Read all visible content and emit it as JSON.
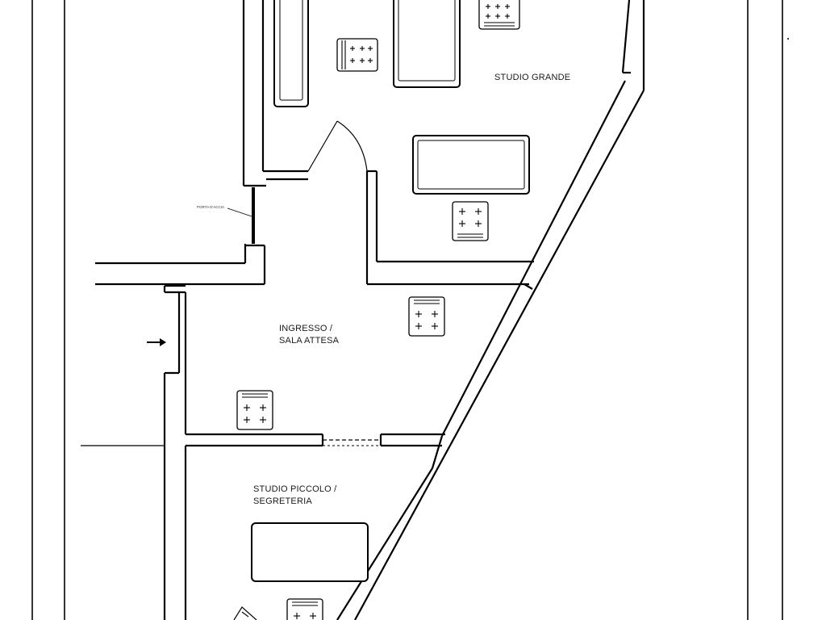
{
  "rooms": {
    "studio_grande": "STUDIO GRANDE",
    "ingresso_line1": "INGRESSO /",
    "ingresso_line2": "SALA ATTESA",
    "studio_piccolo_line1": "STUDIO PICCOLO /",
    "studio_piccolo_line2": "SEGRETERIA"
  },
  "annotations": {
    "door_note": "PORTA D'ACCIA"
  },
  "icons": {
    "entrance": "entrance-arrow-icon",
    "chair": "chair-icon",
    "desk": "desk-icon",
    "door": "door-swing-icon"
  }
}
